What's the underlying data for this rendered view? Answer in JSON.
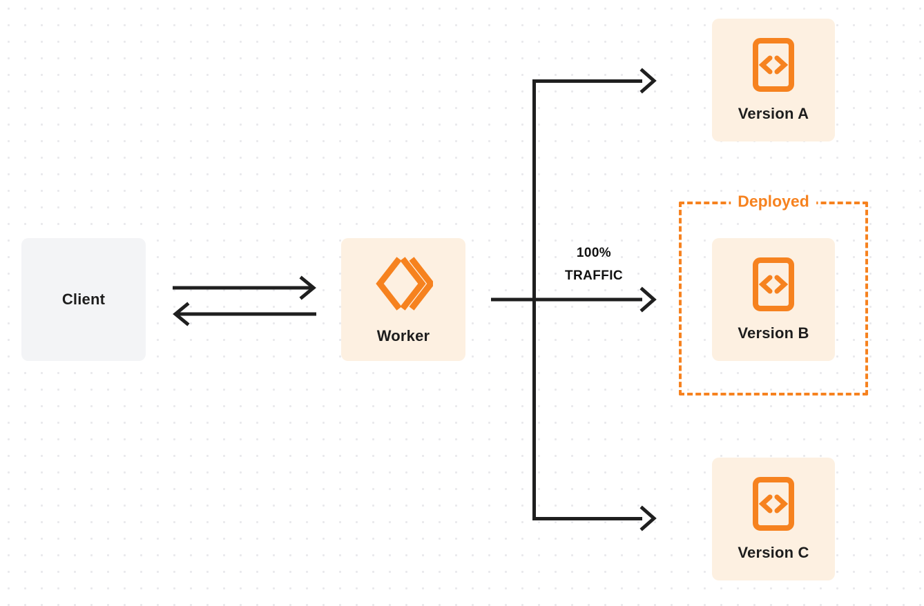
{
  "diagram": {
    "title": "Worker gradual deployment traffic diagram",
    "colors": {
      "orange": "#F6821F",
      "node_orange_bg": "#FDF0E1",
      "node_gray_bg": "#F3F4F6",
      "line": "#1F1F1F",
      "text": "#1D1D1D",
      "dot_grid": "#E9E9EC"
    }
  },
  "nodes": {
    "client": {
      "label": "Client",
      "icon": ""
    },
    "worker": {
      "label": "Worker",
      "icon": "cloudflare-workers-logo-icon"
    },
    "version_a": {
      "label": "Version A",
      "icon": "code-document-icon"
    },
    "version_b": {
      "label": "Version B",
      "icon": "code-document-icon"
    },
    "version_c": {
      "label": "Version C",
      "icon": "code-document-icon"
    }
  },
  "deployed_region": {
    "label": "Deployed"
  },
  "traffic": {
    "percent": "100%",
    "word": "TRAFFIC"
  },
  "connectors": [
    {
      "name": "client-to-worker",
      "direction": "right",
      "from": "client",
      "to": "worker"
    },
    {
      "name": "worker-to-client",
      "direction": "left",
      "from": "worker",
      "to": "client"
    },
    {
      "name": "worker-to-version-a",
      "direction": "right",
      "from": "worker",
      "to": "version_a"
    },
    {
      "name": "worker-to-version-b",
      "direction": "right",
      "from": "worker",
      "to": "version_b"
    },
    {
      "name": "worker-to-version-c",
      "direction": "right",
      "from": "worker",
      "to": "version_c"
    }
  ]
}
